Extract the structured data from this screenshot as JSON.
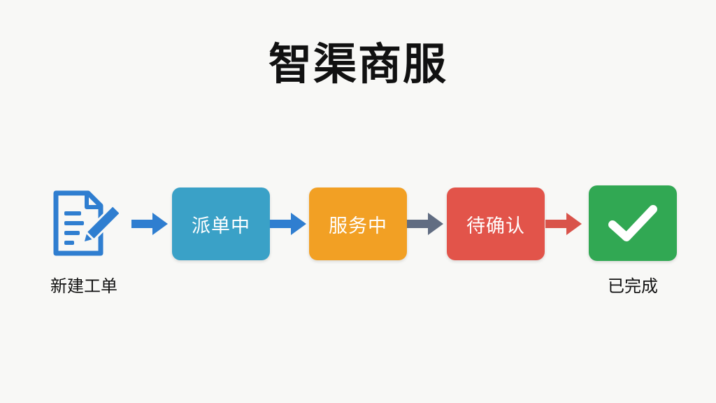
{
  "title": "智渠商服",
  "start": {
    "label": "新建工单",
    "icon": "document-edit-icon",
    "color": "#2f7ed0"
  },
  "steps": [
    {
      "label": "派单中",
      "color": "#3aa1c7"
    },
    {
      "label": "服务中",
      "color": "#f2a024"
    },
    {
      "label": "待确认",
      "color": "#e2544a"
    }
  ],
  "end": {
    "label": "已完成",
    "icon": "check-icon",
    "color": "#31a853"
  },
  "arrows": [
    {
      "color": "#2f7ed0",
      "icon": "arrow-right-icon"
    },
    {
      "color": "#2f7ed0",
      "icon": "arrow-right-icon"
    },
    {
      "color": "#616d82",
      "icon": "arrow-right-icon"
    },
    {
      "color": "#d9534a",
      "icon": "arrow-right-icon"
    }
  ]
}
